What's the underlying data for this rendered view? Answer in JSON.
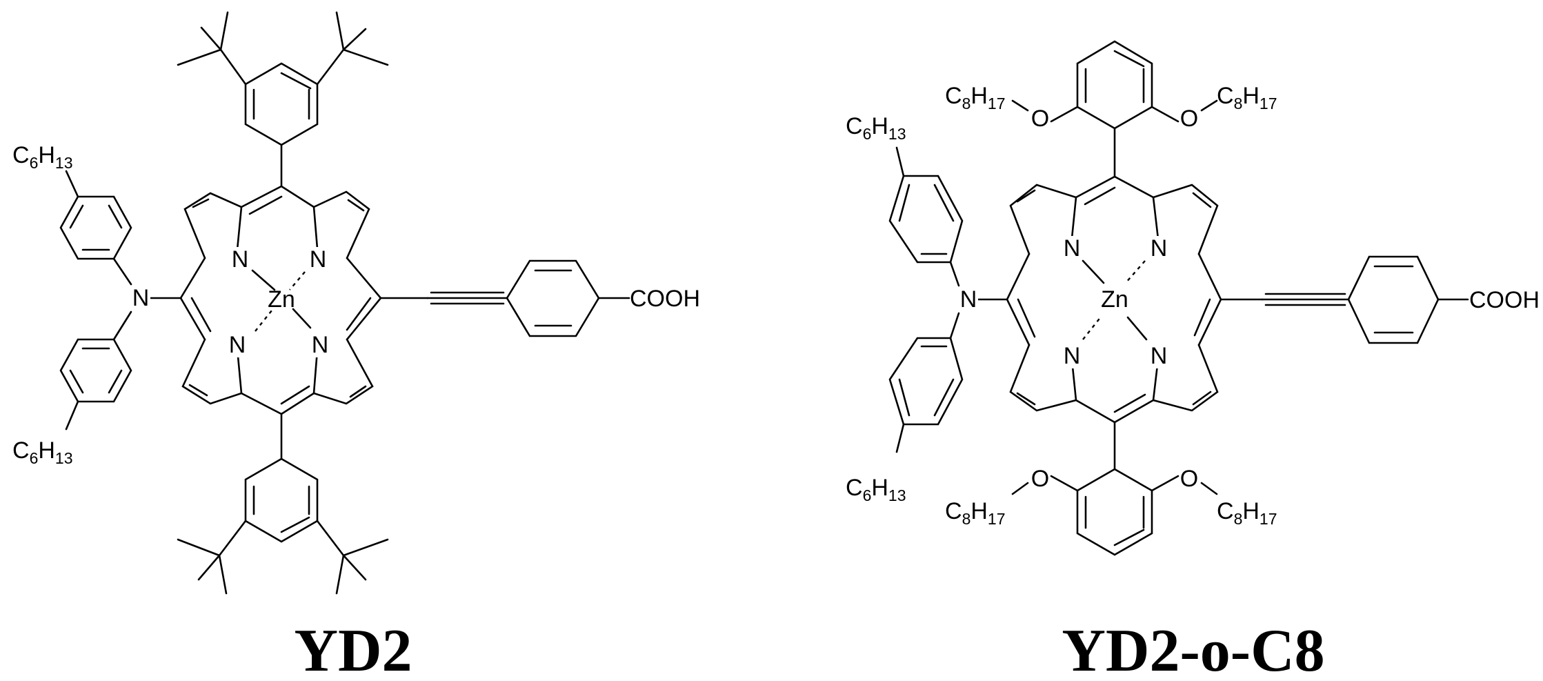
{
  "structures": [
    {
      "name": "YD2",
      "metal": "Zn",
      "core_nitrogens": [
        "N",
        "N",
        "N",
        "N"
      ],
      "amine_nitrogen": "N",
      "anchor": "COOH",
      "groups": [
        {
          "text": "C",
          "sub": "6",
          "text2": "H",
          "sub2": "13"
        },
        {
          "text": "C",
          "sub": "6",
          "text2": "H",
          "sub2": "13"
        }
      ]
    },
    {
      "name": "YD2-o-C8",
      "metal": "Zn",
      "core_nitrogens": [
        "N",
        "N",
        "N",
        "N"
      ],
      "amine_nitrogen": "N",
      "anchor": "COOH",
      "oxygens": [
        "O",
        "O",
        "O",
        "O"
      ],
      "groups": [
        {
          "text": "C",
          "sub": "6",
          "text2": "H",
          "sub2": "13"
        },
        {
          "text": "C",
          "sub": "6",
          "text2": "H",
          "sub2": "13"
        },
        {
          "text": "C",
          "sub": "8",
          "text2": "H",
          "sub2": "17"
        },
        {
          "text": "C",
          "sub": "8",
          "text2": "H",
          "sub2": "17"
        },
        {
          "text": "C",
          "sub": "8",
          "text2": "H",
          "sub2": "17"
        },
        {
          "text": "C",
          "sub": "8",
          "text2": "H",
          "sub2": "17"
        }
      ]
    }
  ]
}
